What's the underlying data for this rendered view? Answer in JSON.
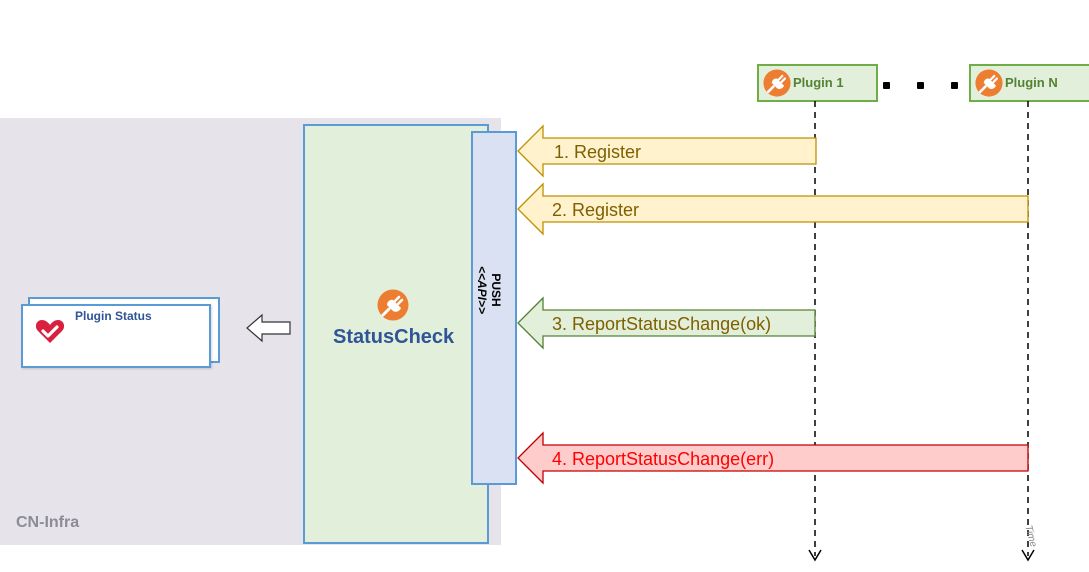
{
  "container": {
    "label": "CN-Infra"
  },
  "status_card": {
    "title": "Plugin Status",
    "icon": "heart-check-icon"
  },
  "status_check": {
    "title": "StatusCheck",
    "icon": "plug-icon"
  },
  "api": {
    "push": "PUSH",
    "api": "<<API>>"
  },
  "plugins": [
    {
      "label": "Plugin 1",
      "icon": "plug-icon"
    },
    {
      "label": "Plugin N",
      "icon": "plug-icon"
    }
  ],
  "messages": [
    {
      "label": "1. Register",
      "color": "#fff2cc",
      "border": "#bf9000",
      "text_color": "#7f6000"
    },
    {
      "label": "2. Register",
      "color": "#fff2cc",
      "border": "#bf9000",
      "text_color": "#7f6000"
    },
    {
      "label": "3. ReportStatusChange(ok)",
      "color": "#e2efda",
      "border": "#548235",
      "text_color": "#7f6000"
    },
    {
      "label": "4. ReportStatusChange(err)",
      "color": "#ffcccc",
      "border": "#c00000",
      "text_color": "#ff0000"
    }
  ],
  "timeline": {
    "label": "Time"
  },
  "colors": {
    "infra_bg": "#e6e4ea",
    "component_fill": "#e2efda",
    "component_border": "#5b9bd5",
    "api_fill": "#d9e1f2",
    "accent_orange": "#ed7d31"
  }
}
